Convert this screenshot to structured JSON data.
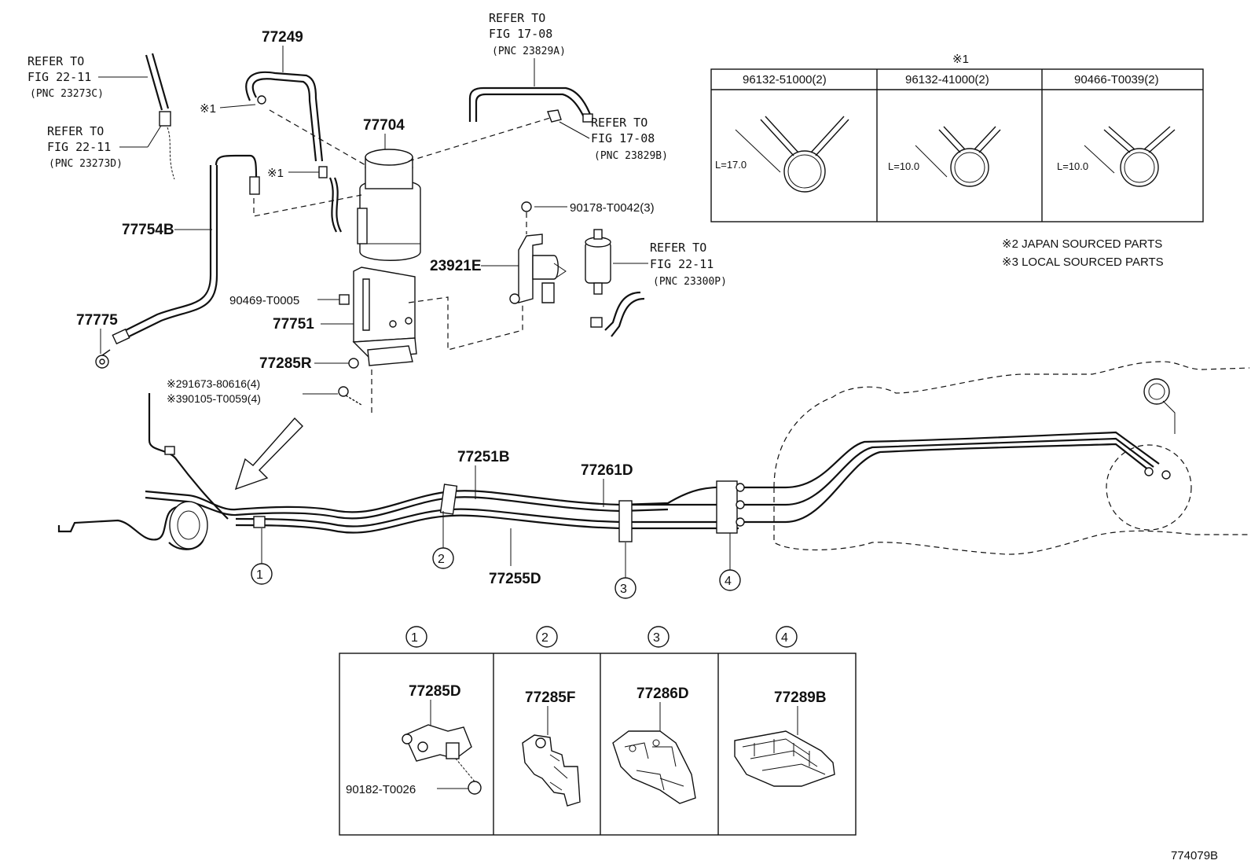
{
  "callouts": {
    "p77249": "77249",
    "p77704": "77704",
    "p77754B": "77754B",
    "p77775": "77775",
    "p90469": "90469-T0005",
    "p77751": "77751",
    "p77285R": "77285R",
    "p91673": "※291673-80616(4)",
    "p90105": "※390105-T0059(4)",
    "p90178": "90178-T0042(3)",
    "p23921E": "23921E",
    "p77251B": "77251B",
    "p77261D": "77261D",
    "p77255D": "77255D",
    "star1a": "※1",
    "star1b": "※1"
  },
  "refers": [
    {
      "l1": "REFER TO",
      "l2": "FIG 22-11",
      "l3": "(PNC 23273C)"
    },
    {
      "l1": "REFER TO",
      "l2": "FIG 22-11",
      "l3": "(PNC 23273D)"
    },
    {
      "l1": "REFER TO",
      "l2": "FIG 17-08",
      "l3": "(PNC 23829A)"
    },
    {
      "l1": "REFER TO",
      "l2": "FIG 17-08",
      "l3": "(PNC 23829B)"
    },
    {
      "l1": "REFER TO",
      "l2": "FIG 22-11",
      "l3": "(PNC 23300P)"
    }
  ],
  "clip_table": {
    "mark": "※1",
    "headers": [
      "96132-51000(2)",
      "96132-41000(2)",
      "90466-T0039(2)"
    ],
    "lengths": [
      "L=17.0",
      "L=10.0",
      "L=10.0"
    ]
  },
  "notes": [
    "※2 JAPAN SOURCED PARTS",
    "※3 LOCAL SOURCED PARTS"
  ],
  "markers": [
    "①",
    "②",
    "③",
    "④"
  ],
  "detail": {
    "parts": [
      "77285D",
      "77285F",
      "77286D",
      "77289B"
    ],
    "sub": "90182-T0026"
  },
  "illustration_id": "774079B"
}
